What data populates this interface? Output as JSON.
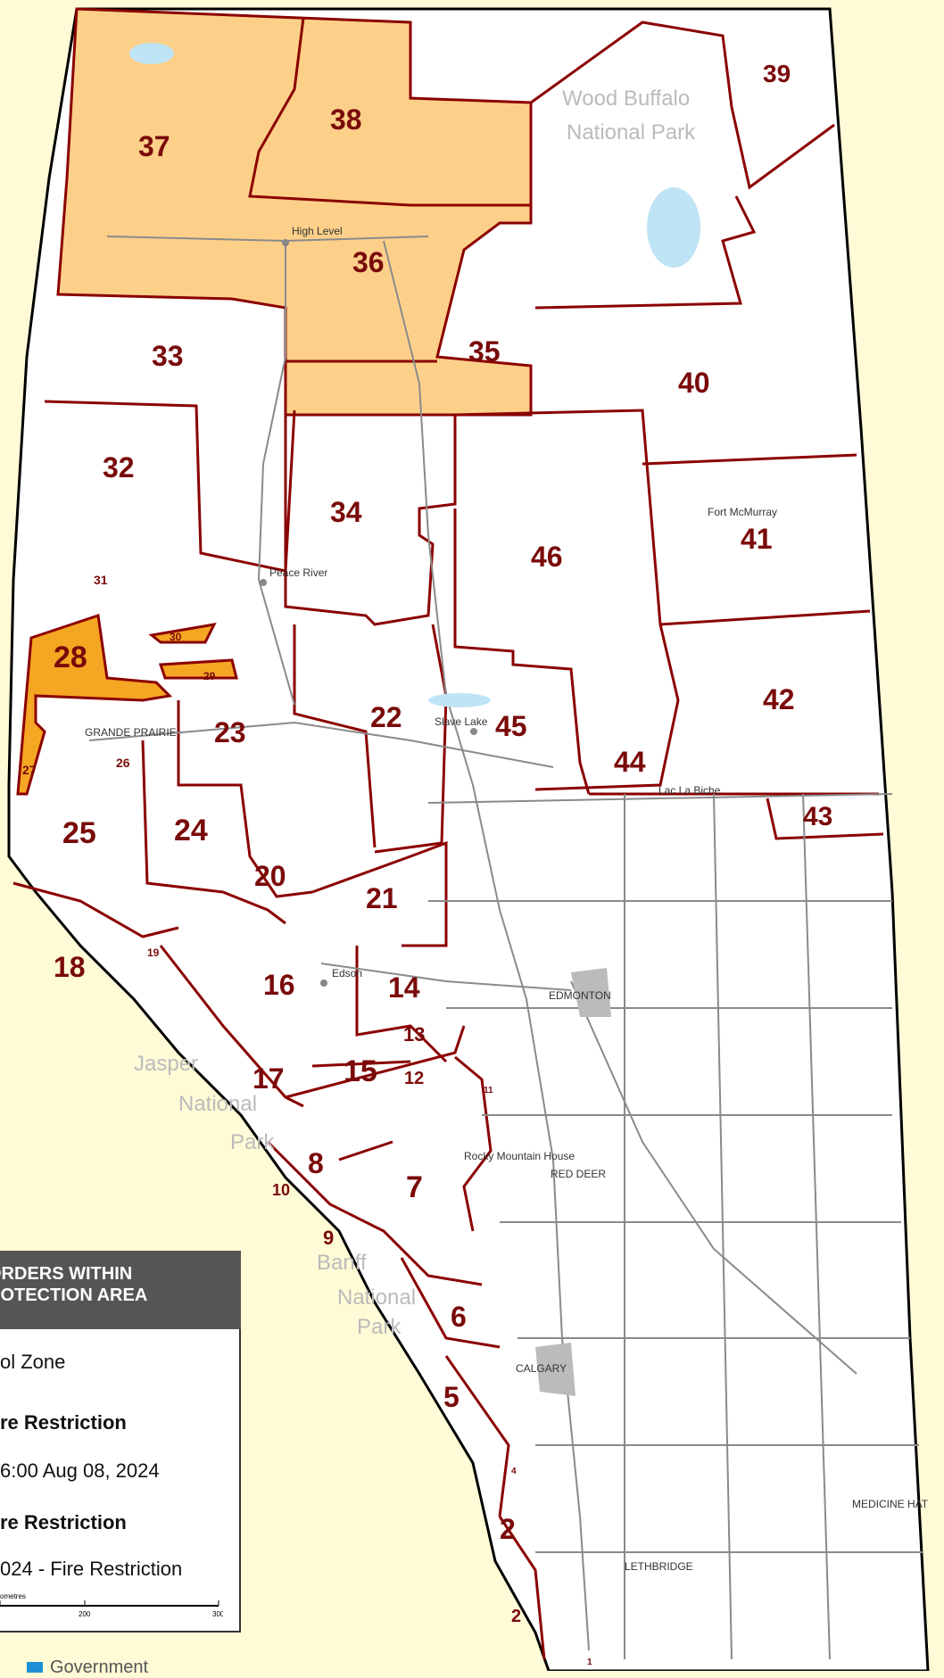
{
  "map": {
    "zones": [
      {
        "id": "37",
        "color": "#fdd089"
      },
      {
        "id": "38",
        "color": "#fdd089"
      },
      {
        "id": "36",
        "color": "#fdd089"
      },
      {
        "id": "35",
        "color": "#fdd089"
      },
      {
        "id": "39"
      },
      {
        "id": "40"
      },
      {
        "id": "41"
      },
      {
        "id": "42"
      },
      {
        "id": "43"
      },
      {
        "id": "44"
      },
      {
        "id": "45"
      },
      {
        "id": "46"
      },
      {
        "id": "33"
      },
      {
        "id": "34"
      },
      {
        "id": "32"
      },
      {
        "id": "31"
      },
      {
        "id": "30"
      },
      {
        "id": "29"
      },
      {
        "id": "28",
        "color": "#f5a623"
      },
      {
        "id": "27"
      },
      {
        "id": "26"
      },
      {
        "id": "25"
      },
      {
        "id": "24"
      },
      {
        "id": "23"
      },
      {
        "id": "22"
      },
      {
        "id": "21"
      },
      {
        "id": "20"
      },
      {
        "id": "19"
      },
      {
        "id": "18"
      },
      {
        "id": "17"
      },
      {
        "id": "16"
      },
      {
        "id": "15"
      },
      {
        "id": "14"
      },
      {
        "id": "13"
      },
      {
        "id": "12"
      },
      {
        "id": "11"
      },
      {
        "id": "10"
      },
      {
        "id": "9"
      },
      {
        "id": "8"
      },
      {
        "id": "7"
      },
      {
        "id": "6"
      },
      {
        "id": "5"
      },
      {
        "id": "4"
      },
      {
        "id": "2"
      },
      {
        "id": "2"
      },
      {
        "id": "1"
      }
    ],
    "cities": [
      "High Level",
      "Peace River",
      "Slave Lake",
      "GRANDE PRAIRIE",
      "Edson",
      "EDMONTON",
      "Rocky Mountain House",
      "RED DEER",
      "CALGARY",
      "LETHBRIDGE",
      "MEDICINE HAT",
      "Fort McMurray",
      "Lac La Biche"
    ],
    "parks": [
      "Wood Buffalo",
      "National Park",
      "Jasper",
      "National",
      "Park",
      "Banff",
      "National",
      "Park"
    ],
    "colors": {
      "restricted": "#fdd089",
      "ban": "#f5a623",
      "boundary": "#8b0000",
      "background": "#fffbd6"
    }
  },
  "legend": {
    "title_line1": "ORDERS WITHIN",
    "title_line2": "ROTECTION AREA",
    "row1": "ol Zone",
    "row2": "re Restriction",
    "row3": "6:00 Aug 08, 2024",
    "row4": "re Restriction",
    "row5": "024 - Fire Restriction",
    "scale_unit": "ometres",
    "scale_ticks": [
      "200",
      "300"
    ]
  },
  "footer": {
    "brand": "Government"
  }
}
